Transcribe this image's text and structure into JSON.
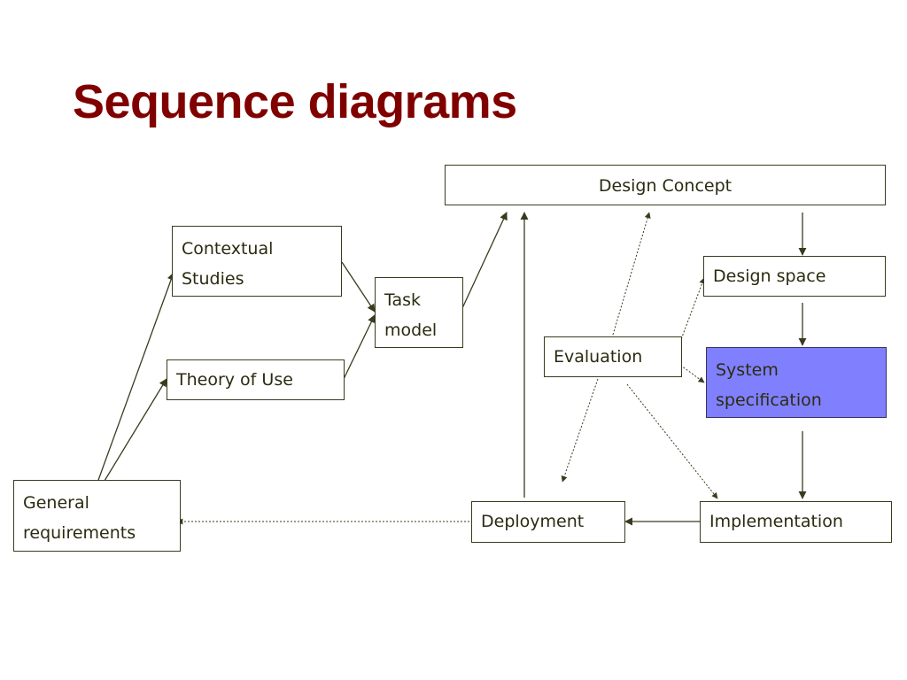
{
  "title": "Sequence diagrams",
  "nodes": {
    "design_concept": "Design Concept",
    "contextual_studies": "Contextual\nStudies",
    "task_model": "Task\nmodel",
    "theory_of_use": "Theory of Use",
    "evaluation": "Evaluation",
    "design_space": "Design space",
    "system_specification": "System\n specification",
    "general_requirements": "General\nrequirements",
    "deployment": "Deployment",
    "implementation": "Implementation"
  },
  "colors": {
    "title": "#800000",
    "highlight": "#8080ff",
    "line": "#3a3a1e"
  }
}
